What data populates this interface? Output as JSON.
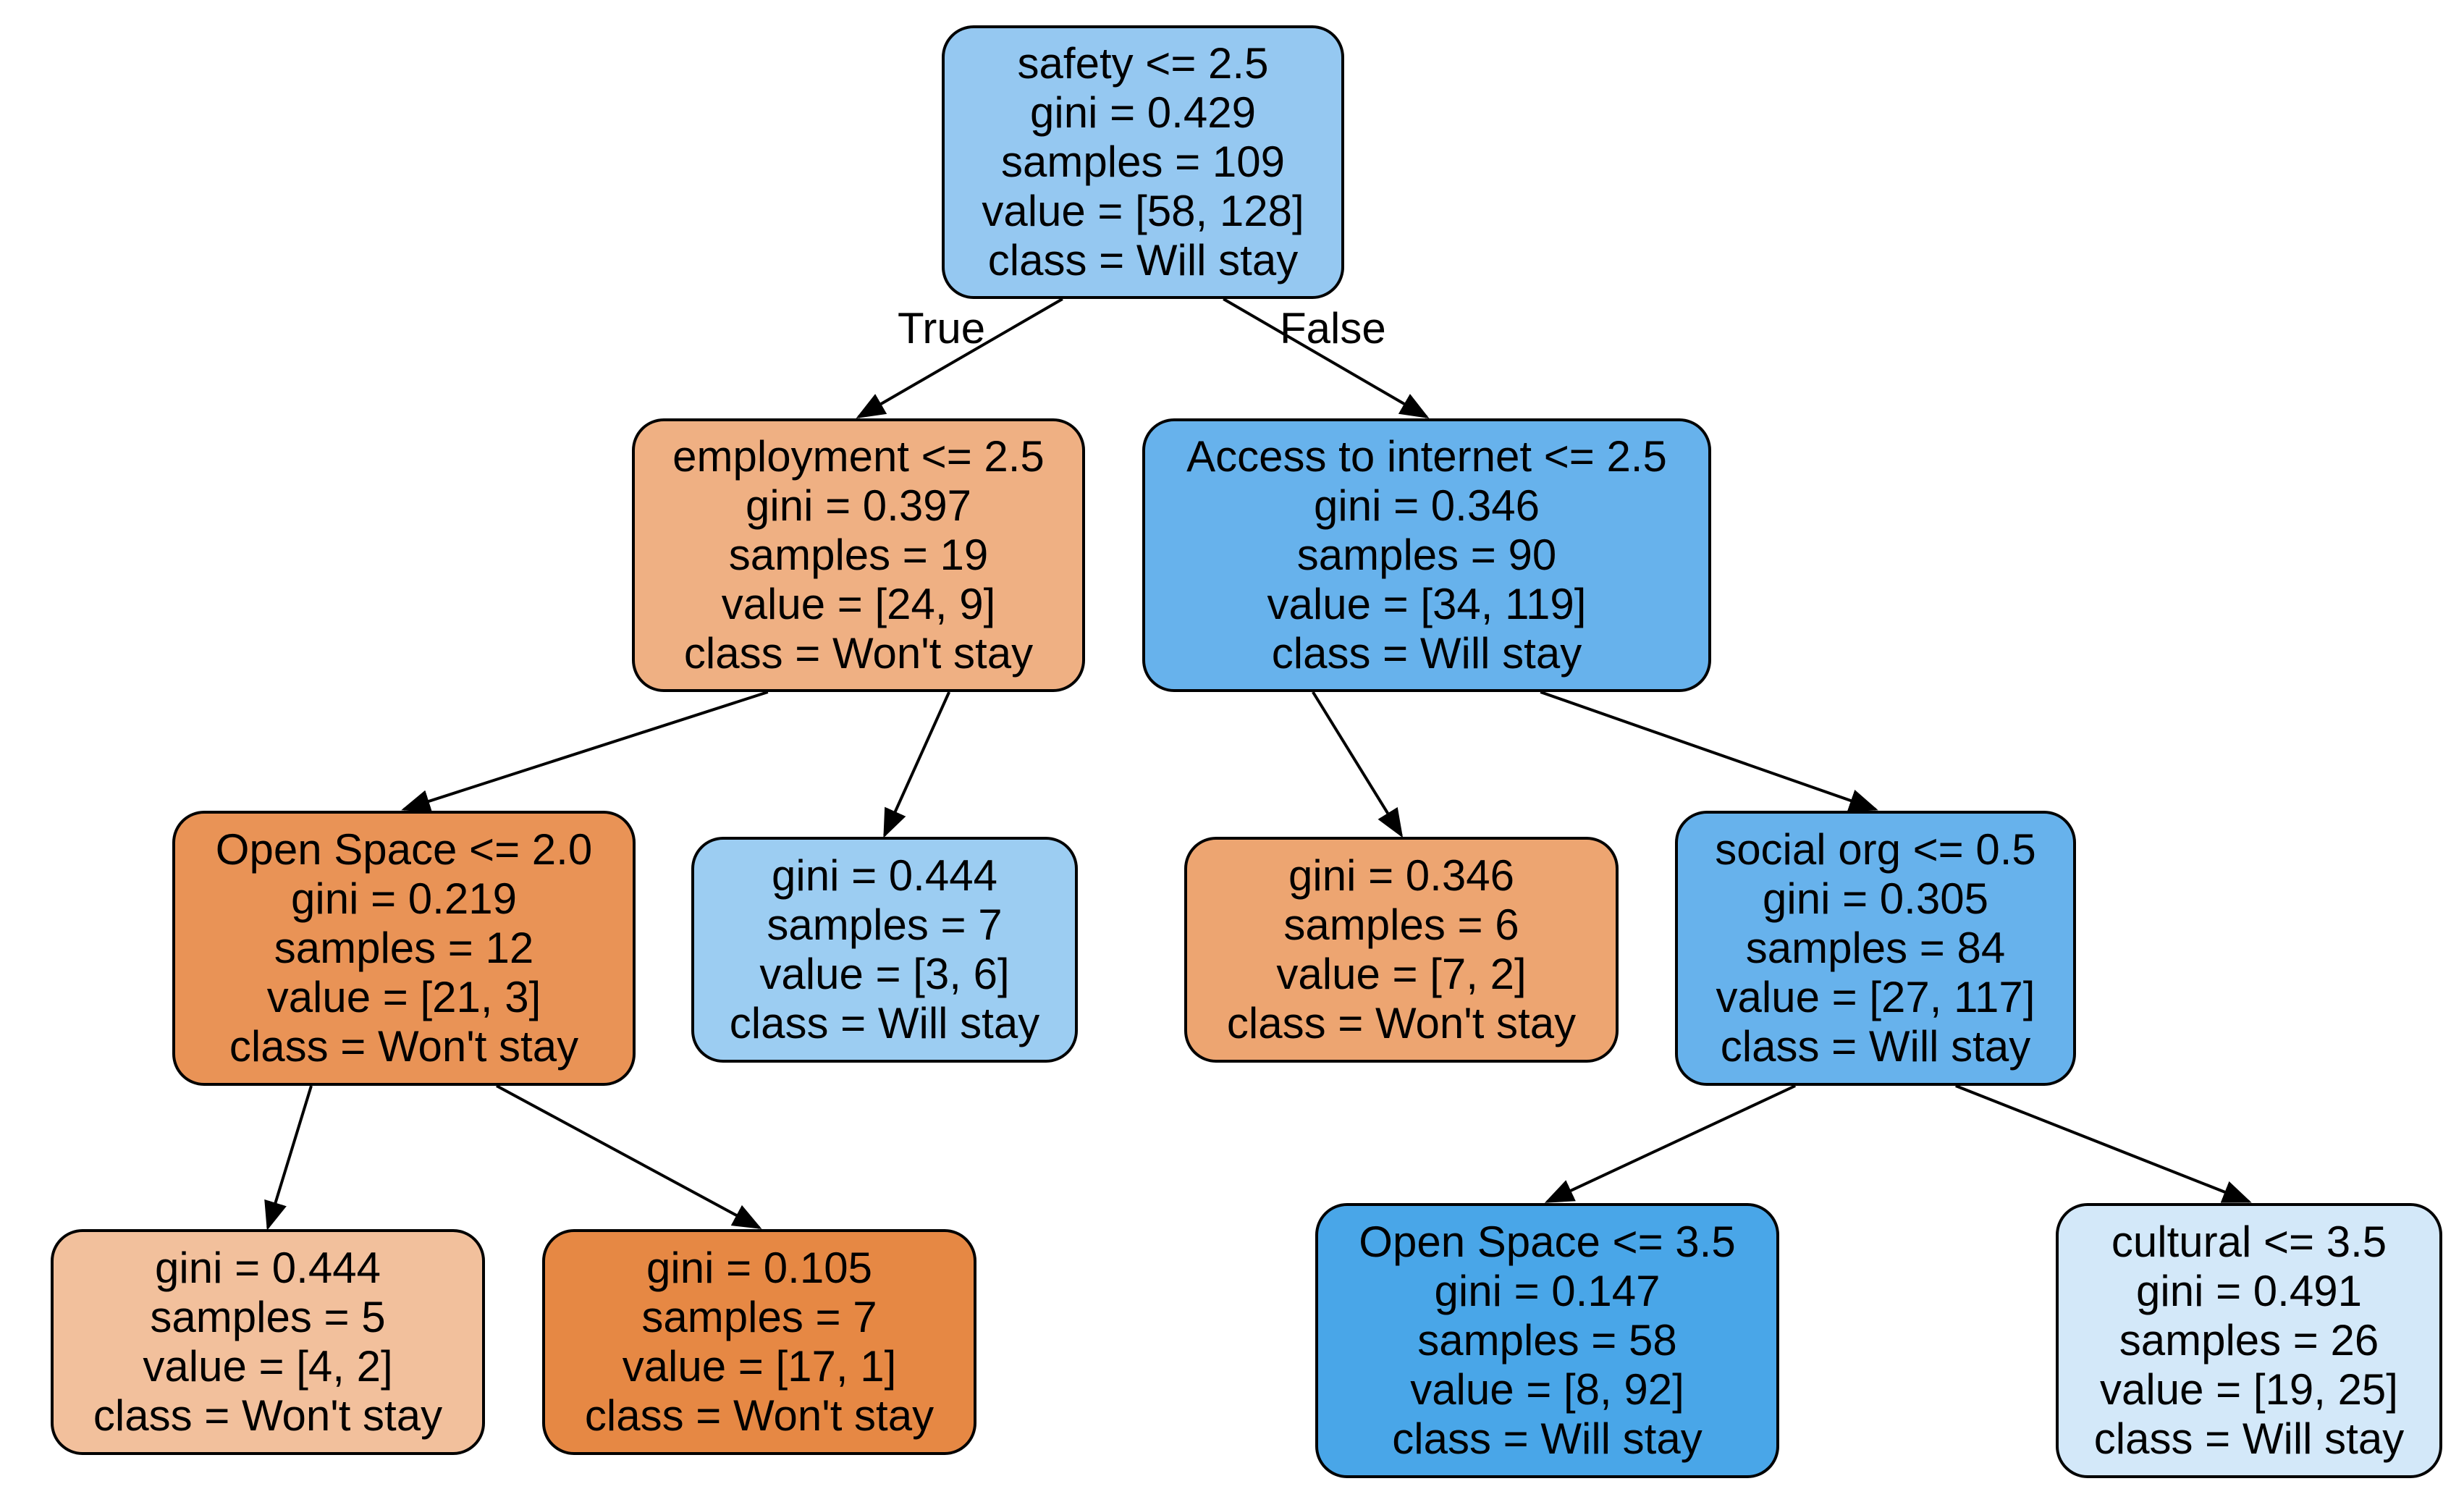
{
  "colors": {
    "blue_mid": "#95c8f1",
    "blue_strong": "#67b2ec",
    "blue_light": "#9ccdf2",
    "blue_deep": "#49a6e8",
    "blue_pale": "#d3e8f9",
    "orange_mid": "#efb083",
    "orange_strong": "#e99356",
    "orange_light": "#f2c09c",
    "orange_deep": "#e68844",
    "orange_soft": "#eda571"
  },
  "edge_labels": {
    "true": "True",
    "false": "False"
  },
  "nodes": [
    {
      "id": "n0",
      "color": "blue_mid",
      "lines": [
        "safety <= 2.5",
        "gini = 0.429",
        "samples = 109",
        "value = [58, 128]",
        "class = Will stay"
      ]
    },
    {
      "id": "n1",
      "color": "orange_mid",
      "lines": [
        "employment <= 2.5",
        "gini = 0.397",
        "samples = 19",
        "value = [24, 9]",
        "class = Won't stay"
      ]
    },
    {
      "id": "n2",
      "color": "blue_strong",
      "lines": [
        "Access to internet <= 2.5",
        "gini = 0.346",
        "samples = 90",
        "value = [34, 119]",
        "class = Will stay"
      ]
    },
    {
      "id": "n3",
      "color": "orange_strong",
      "lines": [
        "Open Space <= 2.0",
        "gini = 0.219",
        "samples = 12",
        "value = [21, 3]",
        "class = Won't stay"
      ]
    },
    {
      "id": "n4",
      "color": "blue_light",
      "lines": [
        "gini = 0.444",
        "samples = 7",
        "value = [3, 6]",
        "class = Will stay"
      ]
    },
    {
      "id": "n5",
      "color": "orange_soft",
      "lines": [
        "gini = 0.346",
        "samples = 6",
        "value = [7, 2]",
        "class = Won't stay"
      ]
    },
    {
      "id": "n6",
      "color": "blue_strong",
      "lines": [
        "social org <= 0.5",
        "gini = 0.305",
        "samples = 84",
        "value = [27, 117]",
        "class = Will stay"
      ]
    },
    {
      "id": "n7",
      "color": "orange_light",
      "lines": [
        "gini = 0.444",
        "samples = 5",
        "value = [4, 2]",
        "class = Won't stay"
      ]
    },
    {
      "id": "n8",
      "color": "orange_deep",
      "lines": [
        "gini = 0.105",
        "samples = 7",
        "value = [17, 1]",
        "class = Won't stay"
      ]
    },
    {
      "id": "n9",
      "color": "blue_deep",
      "lines": [
        "Open Space <= 3.5",
        "gini = 0.147",
        "samples = 58",
        "value = [8, 92]",
        "class = Will stay"
      ]
    },
    {
      "id": "n10",
      "color": "blue_pale",
      "lines": [
        "cultural <= 3.5",
        "gini = 0.491",
        "samples = 26",
        "value = [19, 25]",
        "class = Will stay"
      ]
    }
  ],
  "edges": [
    {
      "from": "n0",
      "to": "n1"
    },
    {
      "from": "n0",
      "to": "n2"
    },
    {
      "from": "n1",
      "to": "n3"
    },
    {
      "from": "n1",
      "to": "n4"
    },
    {
      "from": "n2",
      "to": "n5"
    },
    {
      "from": "n2",
      "to": "n6"
    },
    {
      "from": "n3",
      "to": "n7"
    },
    {
      "from": "n3",
      "to": "n8"
    },
    {
      "from": "n6",
      "to": "n9"
    },
    {
      "from": "n6",
      "to": "n10"
    }
  ]
}
